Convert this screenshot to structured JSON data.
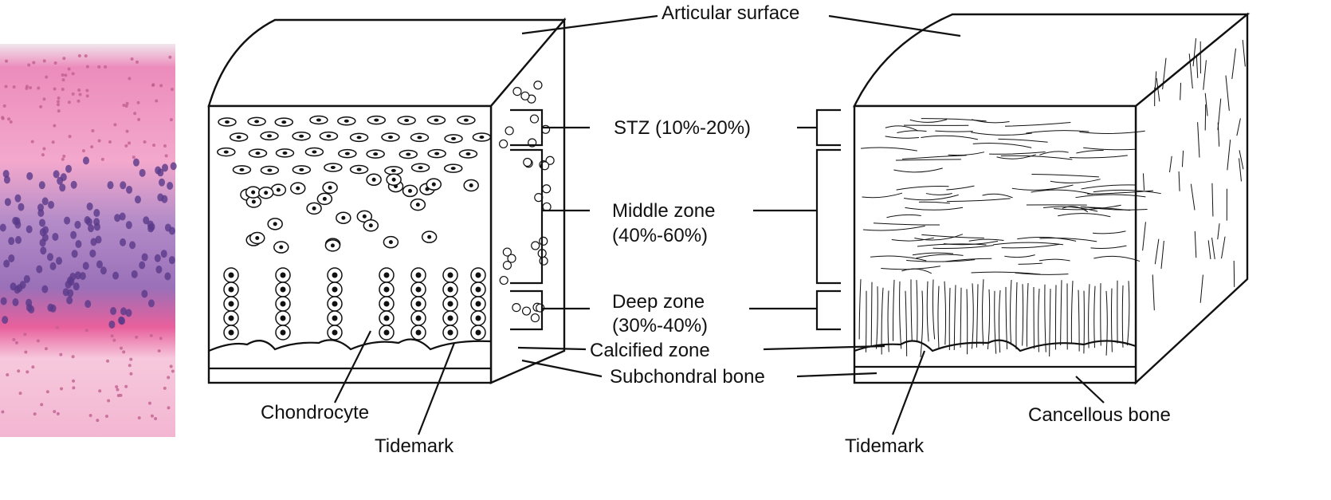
{
  "labels": {
    "articular_surface": "Articular surface",
    "stz": "STZ (10%-20%)",
    "middle_zone_1": "Middle zone",
    "middle_zone_2": "(40%-60%)",
    "deep_zone_1": "Deep zone",
    "deep_zone_2": "(30%-40%)",
    "calcified_zone": "Calcified zone",
    "subchondral_bone": "Subchondral bone",
    "chondrocyte": "Chondrocyte",
    "tidemark_left": "Tidemark",
    "tidemark_right": "Tidemark",
    "cancellous_bone": "Cancellous bone"
  },
  "colors": {
    "histology_pink": "#e890b8",
    "histology_purple": "#8a5aa8",
    "ink": "#111111"
  }
}
